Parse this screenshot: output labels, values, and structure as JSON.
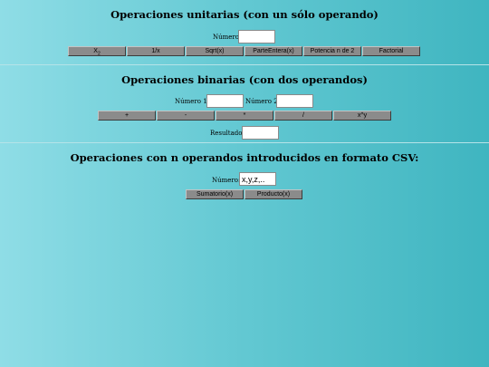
{
  "unary": {
    "title": "Operaciones unitarias (con un sólo operando)",
    "number_label": "Número:",
    "number_value": "",
    "buttons": {
      "square_base": "X",
      "square_sub": "2",
      "inverse": "1/x",
      "sqrt": "Sqrt(x)",
      "integer_part": "ParteEntera(x)",
      "power_of_two": "Potencia n de 2",
      "factorial": "Factorial"
    }
  },
  "binary": {
    "title": "Operaciones binarias (con dos operandos)",
    "number1_label": "Número 1:",
    "number1_value": "",
    "number2_label": "Número 2:",
    "number2_value": "",
    "buttons": {
      "add": "+",
      "subtract": "-",
      "multiply": "*",
      "divide": "/",
      "power": "x^y"
    },
    "result_label": "Resultado:",
    "result_value": ""
  },
  "nary": {
    "title": "Operaciones con n operandos introducidos en formato CSV:",
    "number_label": "Número:",
    "number_placeholder": "x,y,z,..",
    "buttons": {
      "sum": "Sumatorio(x)",
      "product": "Producto(x)"
    }
  },
  "colors": {
    "background_gradient_start": "#8fdde6",
    "background_gradient_end": "#3fb5c0",
    "button_fill": "#8b8b8b"
  }
}
